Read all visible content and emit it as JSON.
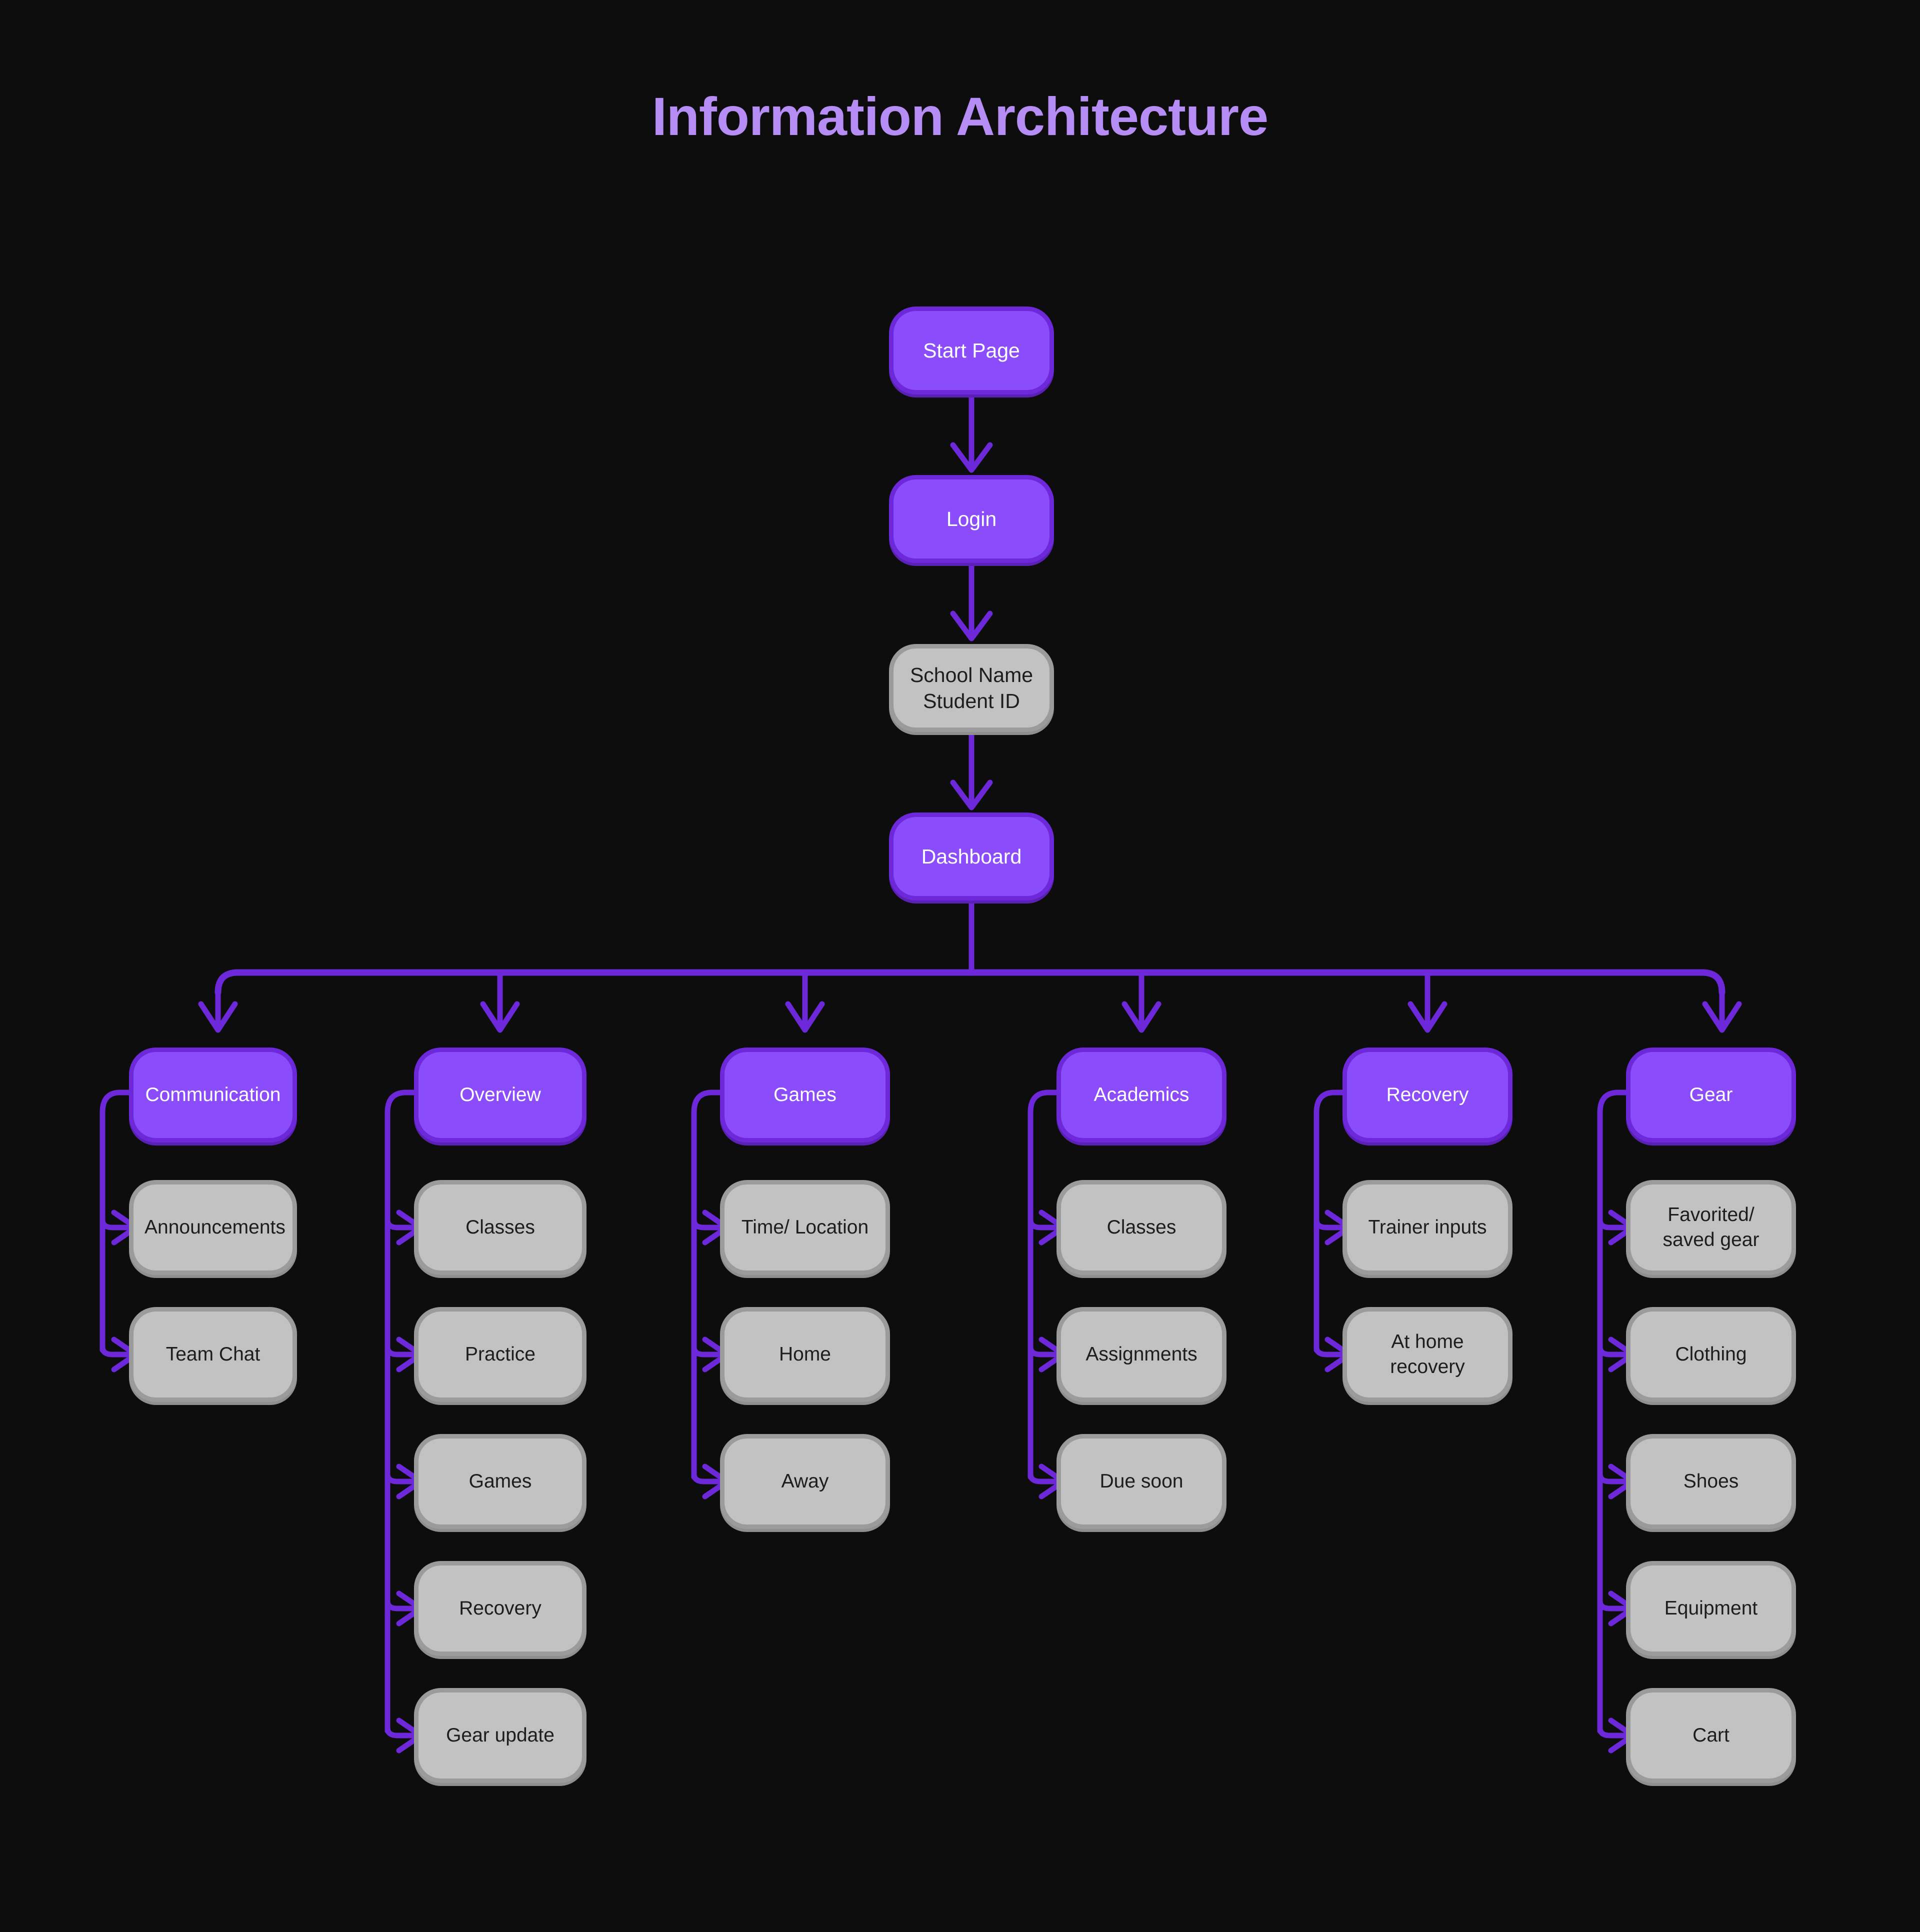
{
  "title": "Information Architecture",
  "colors": {
    "background": "#0d0d0d",
    "title": "#b68cf5",
    "node_purple_fill": "#8b4dfb",
    "node_purple_border": "#6d28d9",
    "node_gray_fill": "#c2c2c2",
    "node_gray_border": "#9b9b9b",
    "connector": "#6d28d9",
    "text_light": "#ffffff",
    "text_dark": "#1d1d1d"
  },
  "flow": {
    "root_chain": [
      {
        "id": "start-page",
        "label": "Start Page",
        "style": "purple"
      },
      {
        "id": "login",
        "label": "Login",
        "style": "purple"
      },
      {
        "id": "school-id",
        "label": "School Name\nStudent ID",
        "line1": "School Name",
        "line2": "Student ID",
        "style": "gray"
      },
      {
        "id": "dashboard",
        "label": "Dashboard",
        "style": "purple"
      }
    ],
    "columns": [
      {
        "id": "communication",
        "head": {
          "label": "Communication",
          "style": "purple"
        },
        "children": [
          {
            "label": "Announcements",
            "style": "gray"
          },
          {
            "label": "Team Chat",
            "style": "gray"
          }
        ]
      },
      {
        "id": "overview",
        "head": {
          "label": "Overview",
          "style": "purple"
        },
        "children": [
          {
            "label": "Classes",
            "style": "gray"
          },
          {
            "label": "Practice",
            "style": "gray"
          },
          {
            "label": "Games",
            "style": "gray"
          },
          {
            "label": "Recovery",
            "style": "gray"
          },
          {
            "label": "Gear update",
            "style": "gray"
          }
        ]
      },
      {
        "id": "games",
        "head": {
          "label": "Games",
          "style": "purple"
        },
        "children": [
          {
            "label": "Time/ Location",
            "style": "gray"
          },
          {
            "label": "Home",
            "style": "gray"
          },
          {
            "label": "Away",
            "style": "gray"
          }
        ]
      },
      {
        "id": "academics",
        "head": {
          "label": "Academics",
          "style": "purple"
        },
        "children": [
          {
            "label": "Classes",
            "style": "gray"
          },
          {
            "label": "Assignments",
            "style": "gray"
          },
          {
            "label": "Due soon",
            "style": "gray"
          }
        ]
      },
      {
        "id": "recovery",
        "head": {
          "label": "Recovery",
          "style": "purple"
        },
        "children": [
          {
            "label": "Trainer inputs",
            "style": "gray"
          },
          {
            "label": "At home recovery",
            "style": "gray"
          }
        ]
      },
      {
        "id": "gear",
        "head": {
          "label": "Gear",
          "style": "purple"
        },
        "children": [
          {
            "label": "Favorited/ saved gear",
            "style": "gray"
          },
          {
            "label": "Clothing",
            "style": "gray"
          },
          {
            "label": "Shoes",
            "style": "gray"
          },
          {
            "label": "Equipment",
            "style": "gray"
          },
          {
            "label": "Cart",
            "style": "gray"
          }
        ]
      }
    ]
  }
}
